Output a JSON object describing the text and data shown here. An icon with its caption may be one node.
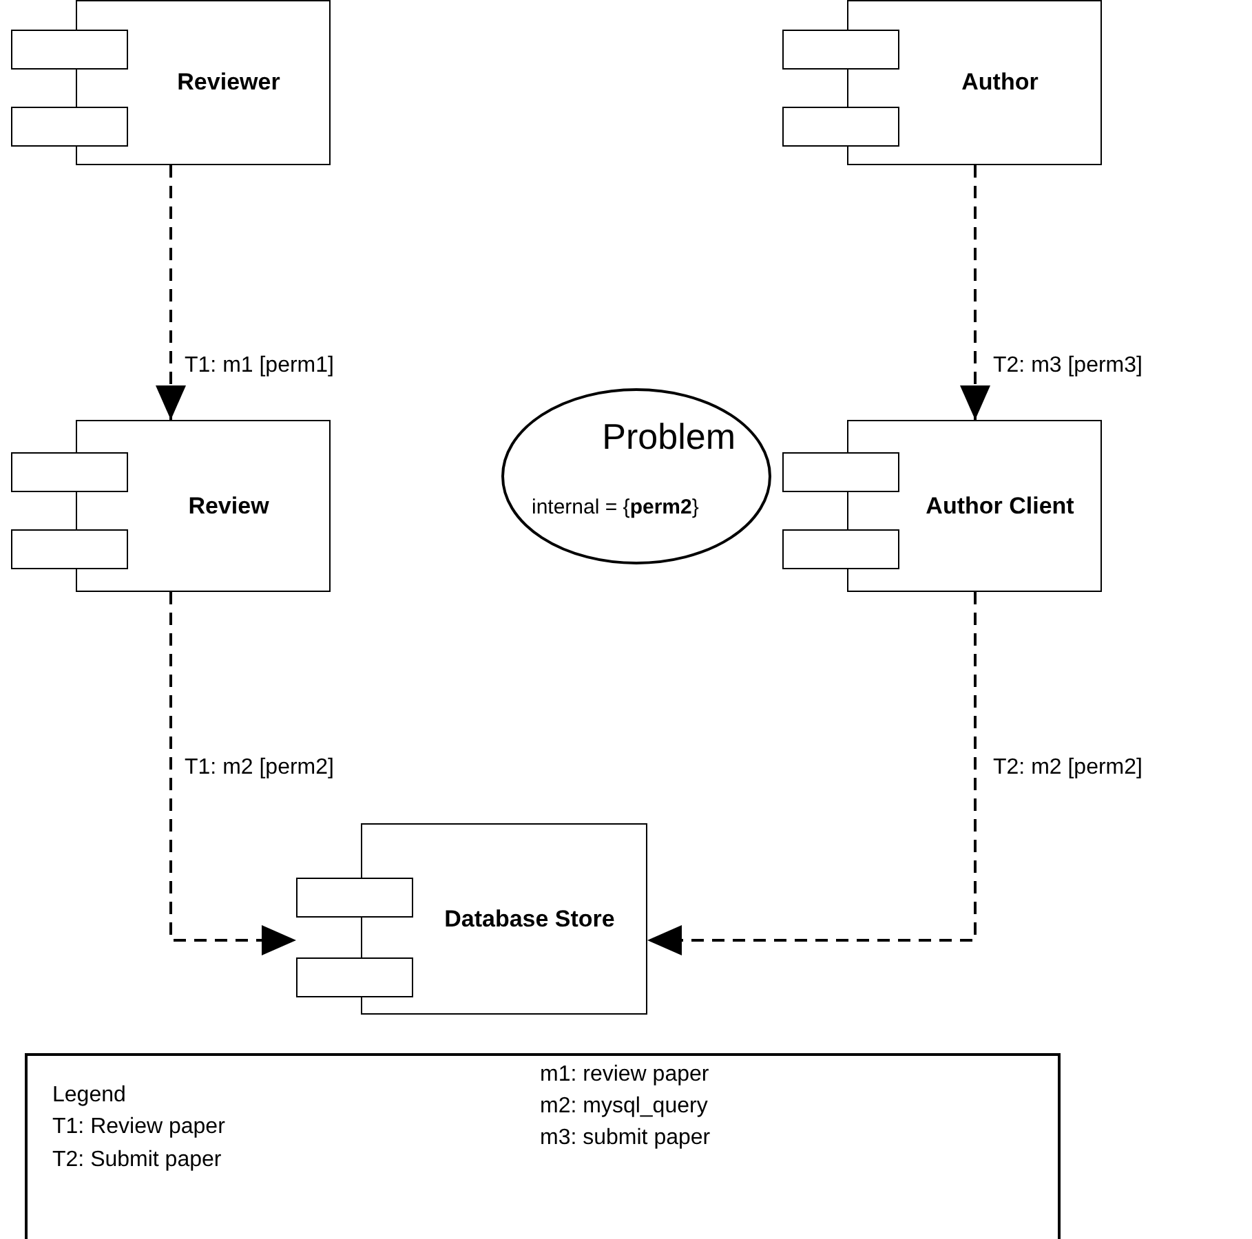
{
  "diagram": {
    "nodes": [
      {
        "text": [
          "Reviewer"
        ]
      },
      {
        "text": [
          "Author"
        ]
      },
      {
        "text": [
          "Review"
        ]
      },
      {
        "text": [
          "Author Client"
        ]
      },
      {
        "text": [
          "Problem",
          "internal = {**perm2**}"
        ]
      },
      {
        "text": [
          "Database Store"
        ]
      },
      {
        "text": [
          "Legend",
          "T1: Review paper",
          "T2: Submit paper",
          "m1: review paper",
          "m2: mysql_query",
          "m3: submit paper"
        ]
      }
    ],
    "edges": [
      {
        "from": 0,
        "to": 2,
        "arrow": "to",
        "label": "T1: m1 [perm1]",
        "style": "dashed"
      },
      {
        "from": 1,
        "to": 3,
        "arrow": "to",
        "label": "T2: m3 [perm3]",
        "style": "dashed"
      },
      {
        "from": 2,
        "to": 5,
        "arrow": "to",
        "label": "T1: m2 [perm2]",
        "style": "dashed"
      },
      {
        "from": 3,
        "to": 5,
        "arrow": "to",
        "label": "T2: m2 [perm2]",
        "style": "dashed"
      }
    ]
  }
}
